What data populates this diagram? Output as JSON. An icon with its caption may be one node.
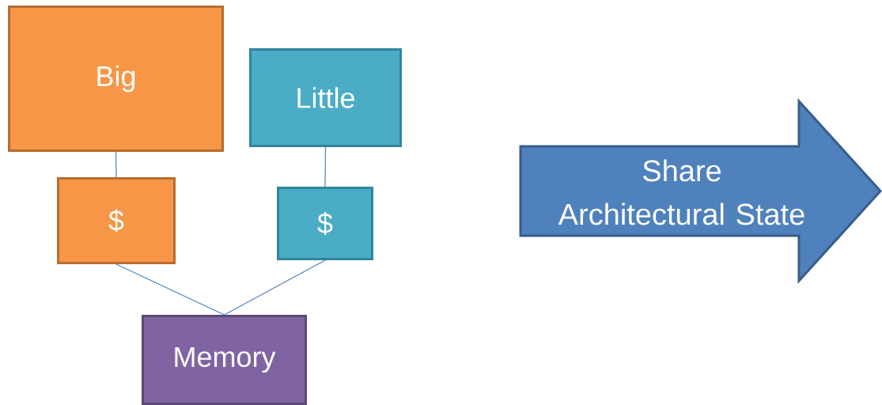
{
  "diagram": {
    "nodes": [
      {
        "text": [
          "Big"
        ]
      },
      {
        "text": [
          "Little"
        ]
      },
      {
        "text": [
          "$"
        ]
      },
      {
        "text": [
          "$"
        ]
      },
      {
        "text": [
          "Memory"
        ]
      },
      {
        "text": [
          "Share Architectural State"
        ]
      }
    ],
    "edges": [
      {
        "from": 0,
        "to": 2,
        "arrow": "none"
      },
      {
        "from": 1,
        "to": 3,
        "arrow": "none"
      },
      {
        "from": 2,
        "to": 4,
        "arrow": "none"
      },
      {
        "from": 3,
        "to": 4,
        "arrow": "none"
      }
    ]
  }
}
